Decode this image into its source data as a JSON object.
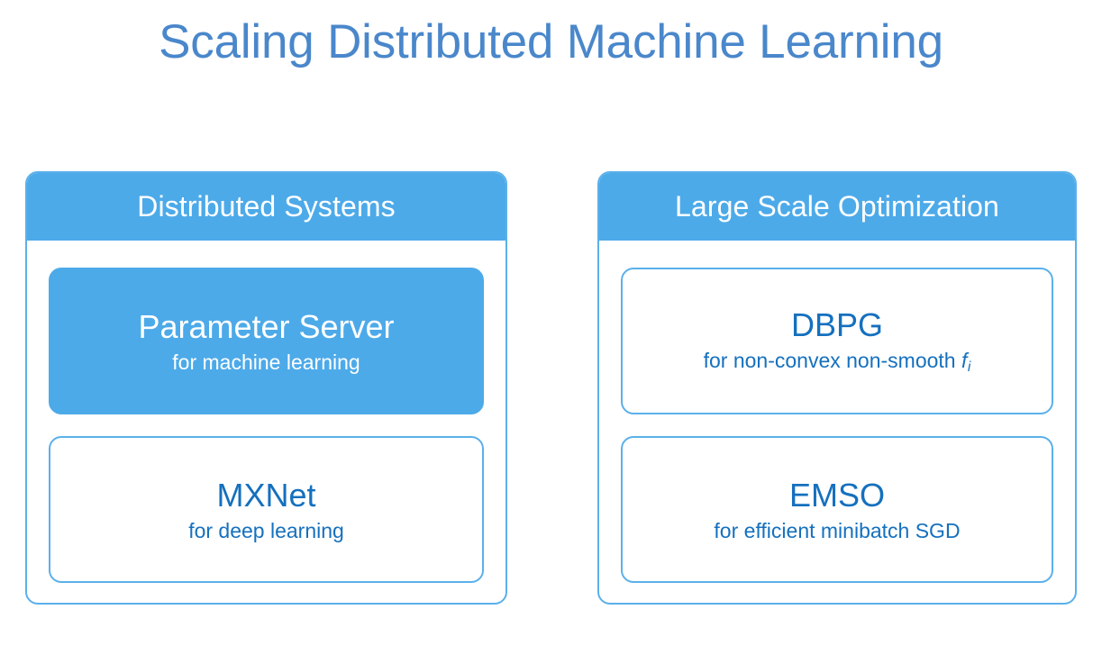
{
  "title": "Scaling Distributed Machine Learning",
  "colors": {
    "title_blue": "#4a87cb",
    "header_blue": "#4daae9",
    "card_fill_blue": "#4daae9",
    "border_blue": "#5bb0ea",
    "text_blue": "#1570be",
    "white": "#ffffff",
    "background": "#ffffff"
  },
  "columns": [
    {
      "header": "Distributed Systems",
      "cards": [
        {
          "style": "filled",
          "title": "Parameter Server",
          "subtitle": "for machine learning"
        },
        {
          "style": "outline",
          "title": "MXNet",
          "subtitle": "for deep learning"
        }
      ]
    },
    {
      "header": "Large Scale Optimization",
      "cards": [
        {
          "style": "outline",
          "title": "DBPG",
          "subtitle_prefix": "for non-convex non-smooth ",
          "subtitle_symbol": "f",
          "subtitle_subscript": "i",
          "subtitle_full": "for non-convex non-smooth f_i"
        },
        {
          "style": "outline",
          "title": "EMSO",
          "subtitle": "for efficient minibatch SGD"
        }
      ]
    }
  ]
}
